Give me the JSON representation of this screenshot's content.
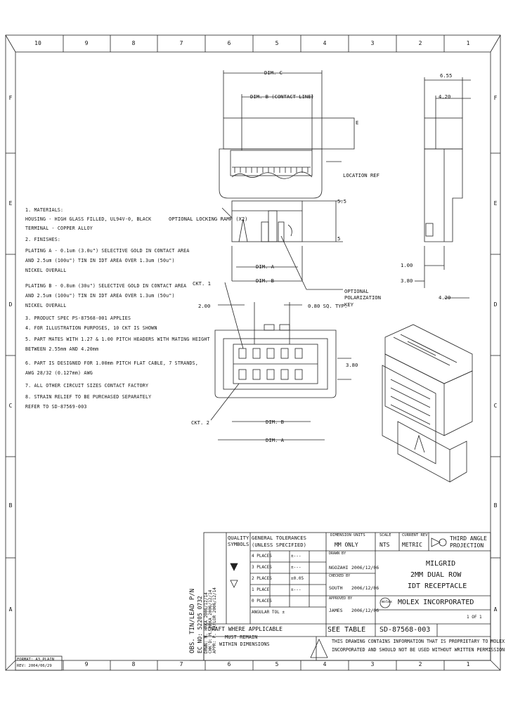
{
  "zones": {
    "top": [
      "10",
      "9",
      "8",
      "7",
      "6",
      "5",
      "4",
      "3",
      "2",
      "1"
    ],
    "bottom": [
      "9",
      "8",
      "7",
      "6",
      "5",
      "4",
      "3",
      "2",
      "1"
    ],
    "left": [
      "F",
      "E",
      "D",
      "C",
      "B",
      "A"
    ],
    "right": [
      "F",
      "E",
      "D",
      "C",
      "B",
      "A"
    ]
  },
  "dims": {
    "dim_c": "DIM. C",
    "dim_b_top": "DIM. B (CONTACT LINE)",
    "d655": "6.55",
    "d420_top": "4.20",
    "location_ref": "LOCATION REF",
    "optional_locking_ramp": "OPTIONAL LOCKING RAMP (X2)",
    "e_label": "E",
    "e1": "5.5",
    "e2": "5",
    "dim_a_front": "DIM. A",
    "dim_b_front": "DIM. B",
    "d100": "1.00",
    "d380": "3.80",
    "d420_side": "4.20",
    "optional_polarization_key": "OPTIONAL POLARIZATION KEY",
    "ckt1": "CKT. 1",
    "d200": "2.00",
    "d080": "0.80 SQ. TYP.",
    "d380b": "3.80",
    "ckt2": "CKT. 2",
    "dim_b_bottom": "DIM. B",
    "dim_a_bottom": "DIM. A"
  },
  "notes": [
    "1. MATERIALS:",
    "   HOUSING - HIGH GLASS FILLED, UL94V-0, BLACK",
    "   TERMINAL - COPPER ALLOY",
    "2. FINISHES:",
    "   PLATING A - 0.1um (3.0u\") SELECTIVE GOLD IN CONTACT AREA",
    "               AND 2.5um (100u\") TIN IN IDT AREA OVER 1.3um (50u\")",
    "               NICKEL OVERALL",
    "   PLATING B - 0.8um (30u\") SELECTIVE GOLD IN CONTACT AREA",
    "               AND 2.5um (100u\") TIN IN IDT AREA OVER 1.3um (50u\")",
    "               NICKEL OVERALL",
    "3. PRODUCT SPEC PS-87568-001 APPLIES",
    "4. FOR ILLUSTRATION PURPOSES, 10 CKT IS SHOWN",
    "5. PART MATES WITH 1.27 & 1.00 PITCH HEADERS WITH MATING HEIGHT",
    "   BETWEEN 2.55mm AND 4.20mm",
    "6. PART IS DESIGNED FOR 1.00mm PITCH FLAT CABLE, 7 STRANDS,",
    "   AWG 28/32 (0.127mm) AWG",
    "7. ALL OTHER CIRCUIT SIZES CONTACT FACTORY",
    "8. STRAIN RELIEF TO BE PURCHASED SEPARATELY",
    "   REFER TO SD-87569-003"
  ],
  "revision_block": {
    "obs": "OBS. TIN/LEAD P/N",
    "ec": "EC NO: 52205 0732",
    "drwn": "DRWN: M. HRKA 2006/12/14",
    "chk": "CHK'D: M. HRKA 2006/12/14",
    "appr": "APPR: P. TAYLOR 2006/12/14"
  },
  "title_block": {
    "quality_symbols": "QUALITY SYMBOLS",
    "general_tolerances": "GENERAL TOLERANCES",
    "unless_specified": "(UNLESS SPECIFIED)",
    "dimension_units": "DIMENSION UNITS",
    "units_value": "MM ONLY",
    "scale_label": "SCALE",
    "scale_value": "NTS",
    "current_rev": "CURRENT REV",
    "current_rev_value": "METRIC",
    "third_angle": "THIRD ANGLE PROJECTION",
    "four_places": "4 PLACES",
    "three_places": "3 PLACES",
    "two_places": "2 PLACES",
    "one_place": "1 PLACE",
    "zero_places": "0 PLACES",
    "angular": "ANGULAR TOL ±",
    "tol_4": "±---",
    "tol_3": "±---",
    "tol_2": "±0.05",
    "tol_1": "±---",
    "drawn_by": "DRAWN BY",
    "drawn_name": "NGOZAHI",
    "drawn_date": "2006/12/06",
    "checked_by": "CHECKED BY",
    "checked_name": "SOUTH",
    "checked_date": "2006/12/06",
    "approved_by": "APPROVED BY",
    "approved_name": "JAMES",
    "approved_date": "2006/12/06",
    "product": "MILGRID",
    "desc1": "2MM DUAL ROW",
    "desc2": "IDT RECEPTACLE",
    "company": "MOLEX INCORPORATED",
    "draft_note": "DRAFT WHERE APPLICABLE",
    "must_remain": "MUST REMAIN",
    "within_dims": "WITHIN DIMENSIONS",
    "material_no": "SEE TABLE",
    "doc_no": "SD-87568-003",
    "sheet": "1 OF 1",
    "proprietary1": "THIS DRAWING CONTAINS INFORMATION THAT IS PROPRIETARY TO MOLEX",
    "proprietary2": "INCORPORATED AND SHOULD NOT BE USED WITHOUT WRITTEN PERMISSION",
    "format": "FORMAT: A3_PLAIN",
    "format_rev": "REV: 2004/06/29"
  }
}
